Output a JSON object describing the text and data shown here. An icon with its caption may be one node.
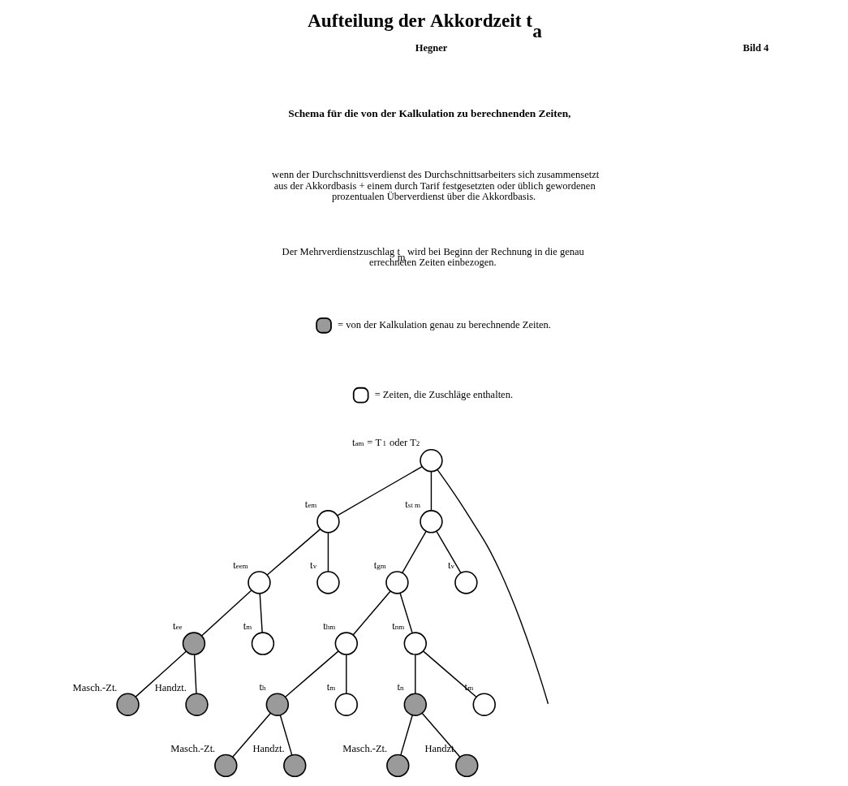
{
  "diagram": {
    "title": "Aufteilung der Akkordzeit t$_{a}$",
    "nodes": [
      {
        "text": [],
        "shape": "circle",
        "beside": [
          "t$_{am}$ = T$_{1}$ oder T$_{2}$"
        ]
      },
      {
        "text": [],
        "shape": "circle",
        "beside": [
          "t$_{em}$"
        ]
      },
      {
        "text": [],
        "shape": "circle",
        "beside": [
          "t$_{st m}$"
        ]
      },
      {
        "text": [],
        "shape": "circle",
        "beside": [
          "t$_{eem}$"
        ]
      },
      {
        "text": [],
        "shape": "circle",
        "beside": [
          "t$_{v}$"
        ]
      },
      {
        "text": [],
        "shape": "circle",
        "beside": [
          "t$_{gm}$"
        ]
      },
      {
        "text": [],
        "shape": "circle",
        "beside": [
          "t$_{v}$"
        ]
      },
      {
        "text": [],
        "shape": "circle",
        "beside": [
          "t$_{ee}$"
        ]
      },
      {
        "text": [],
        "shape": "circle",
        "beside": [
          "t$_{m}$"
        ]
      },
      {
        "text": [],
        "shape": "circle",
        "beside": [
          "t$_{hm}$"
        ]
      },
      {
        "text": [],
        "shape": "circle",
        "beside": [
          "t$_{nm}$"
        ]
      },
      {
        "text": [],
        "shape": "circle",
        "beside": [
          "Masch.-Zt."
        ]
      },
      {
        "text": [],
        "shape": "circle",
        "beside": [
          "Handzt."
        ]
      },
      {
        "text": [],
        "shape": "circle",
        "beside": [
          "t$_{h}$"
        ]
      },
      {
        "text": [],
        "shape": "circle",
        "beside": [
          "t$_{m}$"
        ]
      },
      {
        "text": [],
        "shape": "circle",
        "beside": [
          "t$_{n}$"
        ]
      },
      {
        "text": [],
        "shape": "circle",
        "beside": [
          "t$_{m}$"
        ]
      },
      {
        "text": [],
        "shape": "circle",
        "beside": [
          "Masch.-Zt."
        ]
      },
      {
        "text": [],
        "shape": "circle",
        "beside": [
          "Handzt."
        ]
      },
      {
        "text": [],
        "shape": "circle",
        "beside": [
          "Masch.-Zt."
        ]
      },
      {
        "text": [],
        "shape": "circle",
        "beside": [
          "Handzt."
        ]
      }
    ],
    "edges": [
      {
        "from": 0,
        "to": 1,
        "arrow": "none"
      },
      {
        "from": 0,
        "to": 2,
        "arrow": "none"
      },
      {
        "from": 0,
        "to": null,
        "arrow": "none"
      },
      {
        "from": 1,
        "to": 3,
        "arrow": "none"
      },
      {
        "from": 1,
        "to": 4,
        "arrow": "none"
      },
      {
        "from": 2,
        "to": 5,
        "arrow": "none"
      },
      {
        "from": 2,
        "to": 6,
        "arrow": "none"
      },
      {
        "from": 3,
        "to": 7,
        "arrow": "none"
      },
      {
        "from": 3,
        "to": 8,
        "arrow": "none"
      },
      {
        "from": 5,
        "to": 9,
        "arrow": "none"
      },
      {
        "from": 5,
        "to": 10,
        "arrow": "none"
      },
      {
        "from": 7,
        "to": 11,
        "arrow": "none"
      },
      {
        "from": 7,
        "to": 12,
        "arrow": "none"
      },
      {
        "from": 9,
        "to": 13,
        "arrow": "none"
      },
      {
        "from": 9,
        "to": 14,
        "arrow": "none"
      },
      {
        "from": 10,
        "to": 15,
        "arrow": "none"
      },
      {
        "from": 10,
        "to": 16,
        "arrow": "none"
      },
      {
        "from": 13,
        "to": 17,
        "arrow": "none"
      },
      {
        "from": 13,
        "to": 18,
        "arrow": "none"
      },
      {
        "from": 15,
        "to": 19,
        "arrow": "none"
      },
      {
        "from": 15,
        "to": 20,
        "arrow": "none"
      }
    ],
    "labels": [
      "Hegner",
      "Bild 4",
      "Schema für die von der Kalkulation zu berechnenden Zeiten,",
      "wenn der Durchschnittsverdienst des Durchschnittsarbeiters sich zusammensetzt aus der Akkordbasis + einem durch Tarif festgesetzten oder üblich gewordenen prozentualen Überverdienst über die Akkordbasis.",
      "Der Mehrverdienstzuschlag t$_{m}$ wird bei Beginn der Rechnung in die genau errechneten Zeiten einbezogen."
    ],
    "legend": [
      {
        "text": "= von der Kalkulation genau zu berechnende Zeiten."
      },
      {
        "text": "= Zeiten, die Zuschläge enthalten."
      }
    ]
  }
}
